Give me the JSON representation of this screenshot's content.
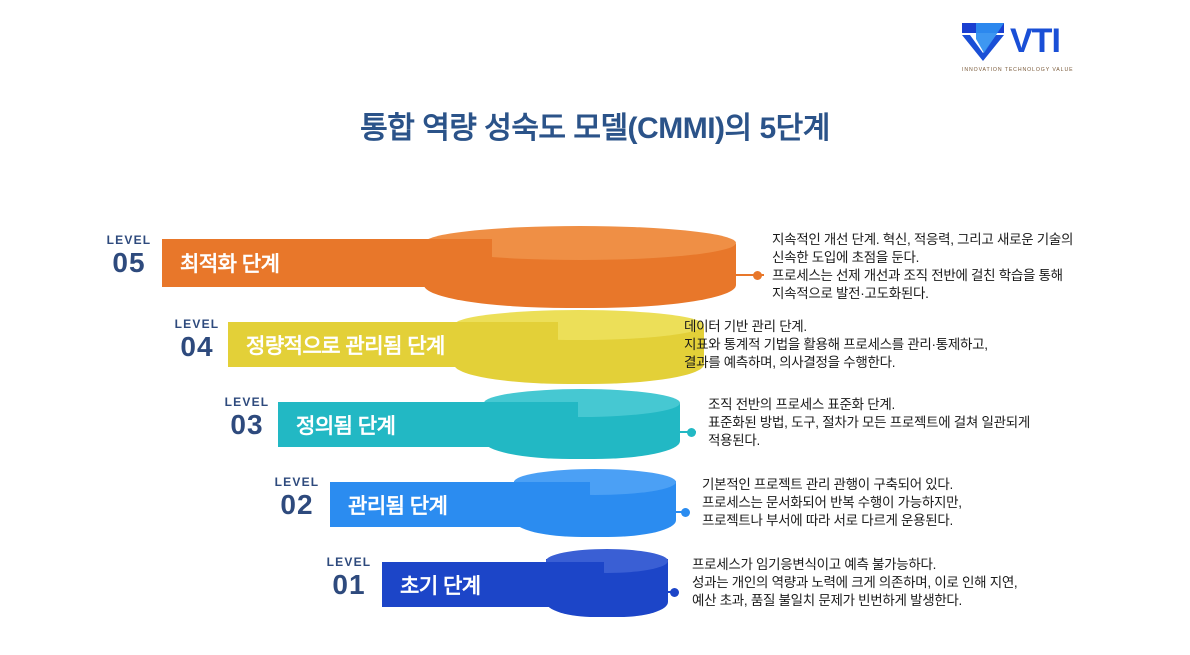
{
  "logo": {
    "brand": "VTI",
    "tagline": "INNOVATION TECHNOLOGY VALUE"
  },
  "title": "통합 역량 성숙도 모델(CMMI)의 5단계",
  "levels": [
    {
      "level_word": "LEVEL",
      "level_num": "05",
      "name": "최적화 단계",
      "color": "#e8772a",
      "color_top": "#ef8f45",
      "description": "지속적인 개선 단계. 혁신, 적응력, 그리고 새로운 기술의\n신속한 도입에 초점을 둔다.\n프로세스는 선제 개선과 조직 전반에 걸친 학습을 통해\n지속적으로 발전·고도화된다."
    },
    {
      "level_word": "LEVEL",
      "level_num": "04",
      "name": "정량적으로 관리됨 단계",
      "color": "#e3d038",
      "color_top": "#ecdf58",
      "description": "데이터 기반 관리 단계.\n지표와 통계적 기법을 활용해 프로세스를 관리·통제하고,\n결과를 예측하며, 의사결정을 수행한다."
    },
    {
      "level_word": "LEVEL",
      "level_num": "03",
      "name": "정의됨 단계",
      "color": "#22b8c4",
      "color_top": "#46c8d2",
      "description": "조직 전반의 프로세스 표준화 단계.\n표준화된 방법, 도구, 절차가 모든 프로젝트에 걸쳐 일관되게\n적용된다."
    },
    {
      "level_word": "LEVEL",
      "level_num": "02",
      "name": "관리됨 단계",
      "color": "#2b8cf0",
      "color_top": "#4ba0f5",
      "description": "기본적인 프로젝트 관리 관행이 구축되어 있다.\n프로세스는 문서화되어 반복 수행이 가능하지만,\n프로젝트나 부서에 따라 서로 다르게 운용된다."
    },
    {
      "level_word": "LEVEL",
      "level_num": "01",
      "name": "초기 단계",
      "color": "#1c45c8",
      "color_top": "#3a5fd4",
      "description": "프로세스가 임기응변식이고 예측 불가능하다.\n성과는 개인의 역량과 노력에 크게 의존하며, 이로 인해 지연,\n예산 초과, 품질 불일치 문제가 빈번하게 발생한다."
    }
  ]
}
